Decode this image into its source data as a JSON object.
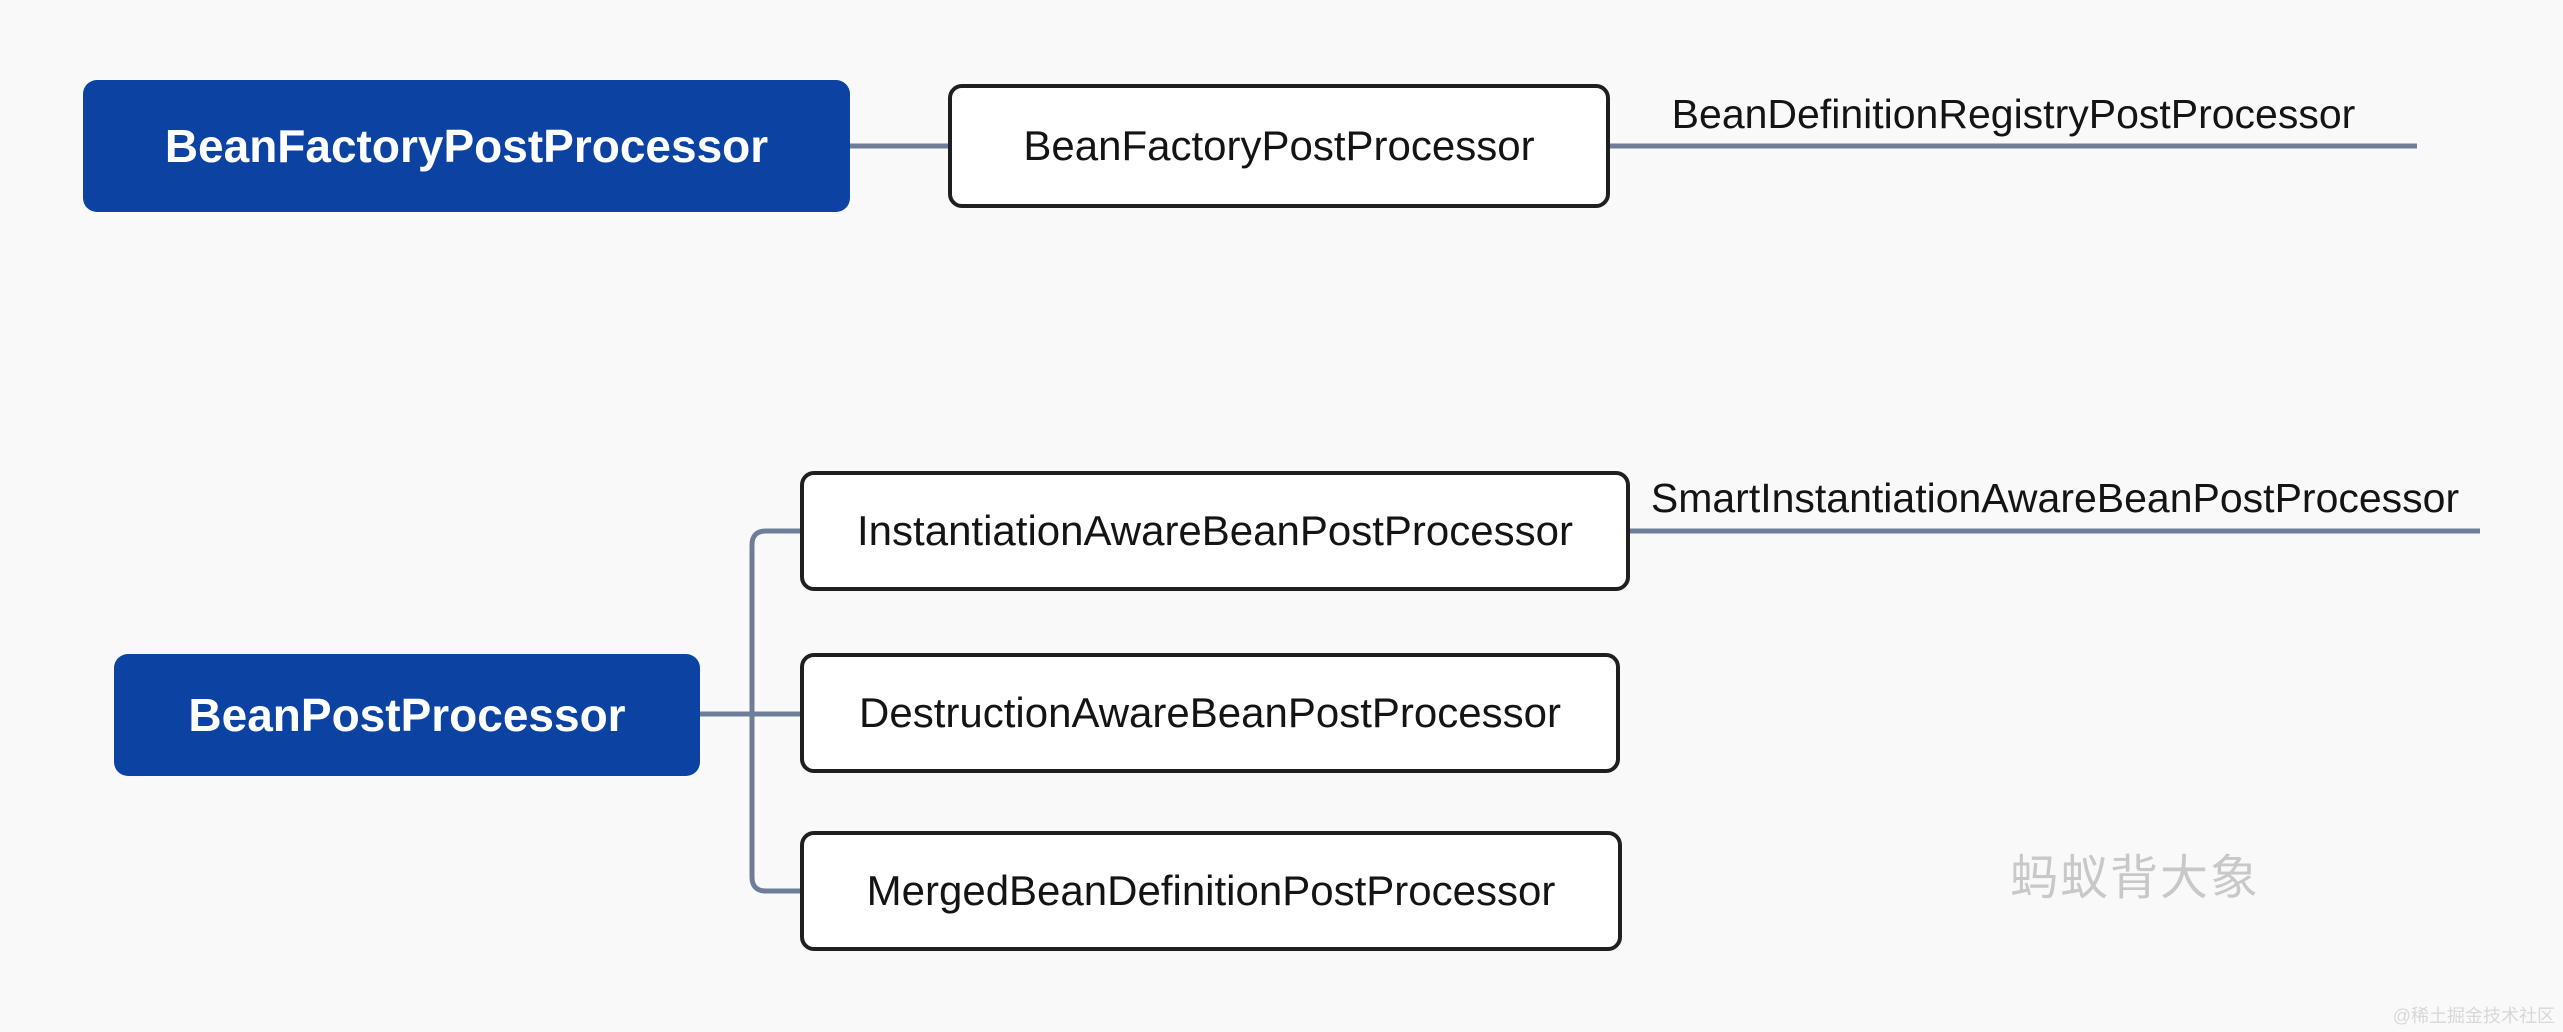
{
  "canvas": {
    "background": "#f9f9f9"
  },
  "colors": {
    "canvas_bg": "#f9f9f9",
    "root_fill": "#0c43a3",
    "root_text": "#ffffff",
    "node_fill": "#ffffff",
    "node_border": "#1f1f1f",
    "node_text": "#141414",
    "connector": "#6e7e9a",
    "watermark_text": "#c8c8c8",
    "corner_watermark_text": "#d8d8d8"
  },
  "bean_factory_tree": {
    "root_label": "BeanFactoryPostProcessor",
    "interface_label": "BeanFactoryPostProcessor",
    "sub_interface_label": "BeanDefinitionRegistryPostProcessor"
  },
  "bean_post_tree": {
    "root_label": "BeanPostProcessor",
    "children": [
      {
        "label": "InstantiationAwareBeanPostProcessor"
      },
      {
        "label": "DestructionAwareBeanPostProcessor"
      },
      {
        "label": "MergedBeanDefinitionPostProcessor"
      }
    ],
    "sub_interface_label": "SmartInstantiationAwareBeanPostProcessor"
  },
  "watermarks": {
    "brand": "蚂蚁背大象",
    "community": "@稀土掘金技术社区"
  }
}
